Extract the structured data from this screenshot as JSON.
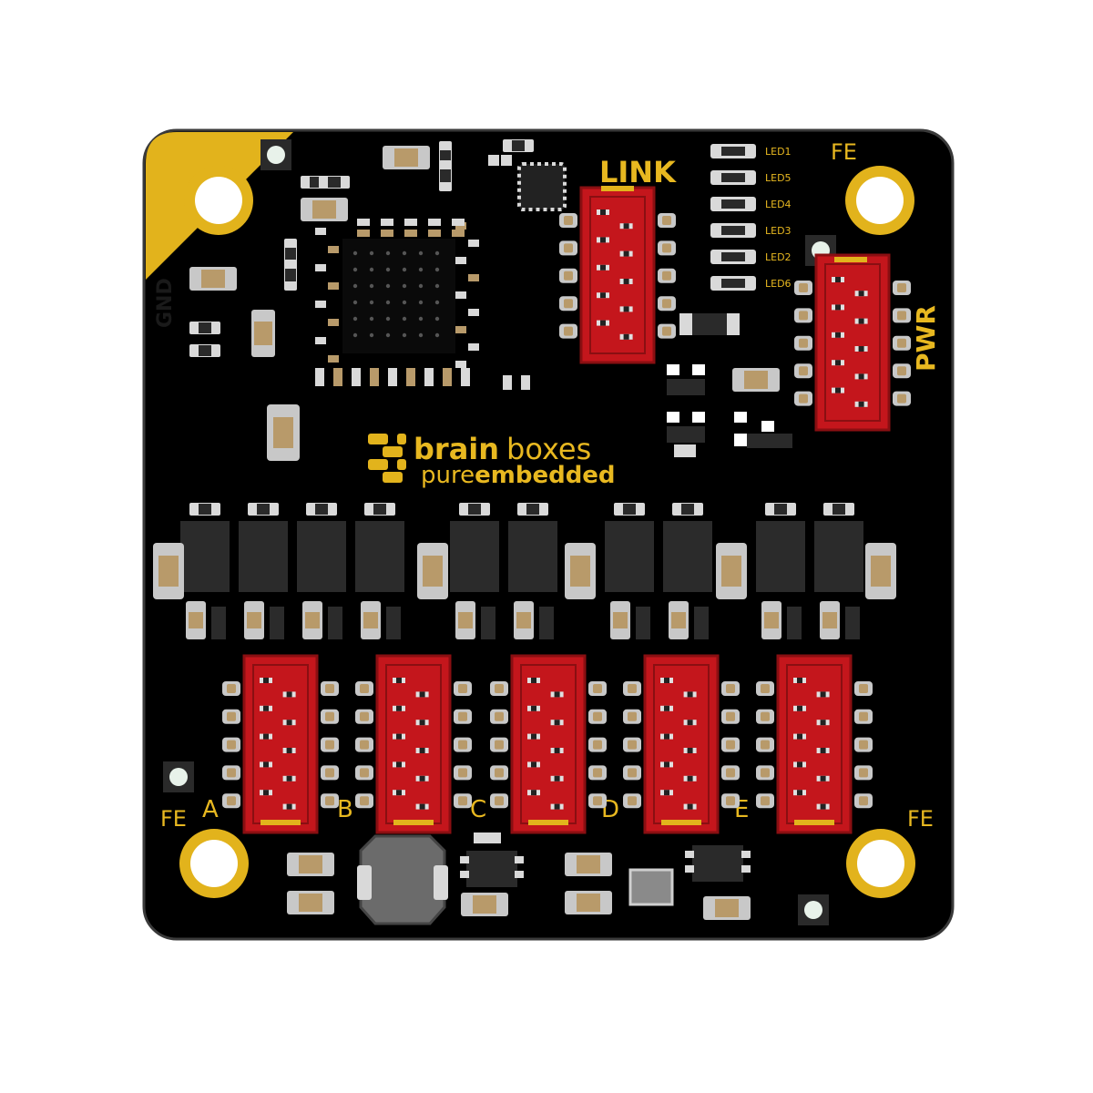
{
  "colors": {
    "board_bg": "#000000",
    "board_edge": "#2a2a2a",
    "silkscreen": "#e8b820",
    "pad_gold": "#e2b31c",
    "connector_red": "#c4161c",
    "connector_dark_red": "#8a0f12",
    "resistor_tan": "#b89a6a",
    "chip_dark": "#2b2b2b",
    "pad_silver": "#d9d9d9",
    "fiducial_white": "#e8f2ea"
  },
  "labels": {
    "gnd": "GND",
    "link": "LINK",
    "pwr": "PWR",
    "fe_top_right": "FE",
    "fe_bottom_left": "FE",
    "fe_bottom_right": "FE",
    "port_a": "A",
    "port_b": "B",
    "port_c": "C",
    "port_d": "D",
    "port_e": "E"
  },
  "leds": [
    "LED1",
    "LED5",
    "LED4",
    "LED3",
    "LED2",
    "LED6"
  ],
  "logo": {
    "word_brain": "brain",
    "word_boxes": "boxes",
    "word_pure": "pure",
    "word_embedded": "embedded"
  }
}
